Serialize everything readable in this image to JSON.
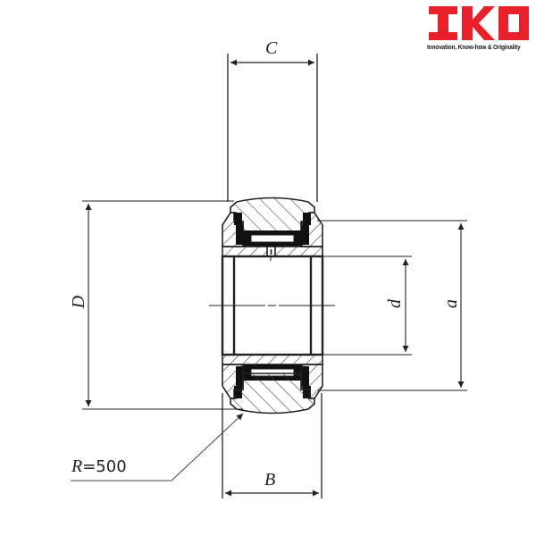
{
  "logo": {
    "brand": "IKO",
    "tagline": "Innovation, Know-how & Originality",
    "brand_color": "#e8202a"
  },
  "drawing": {
    "type": "bearing-cross-section",
    "line_color": "#222222",
    "dimensions": {
      "C": "C",
      "D": "D",
      "d": "d",
      "a": "a",
      "B": "B"
    },
    "radius_note": {
      "symbol": "R",
      "value": "=500"
    }
  }
}
